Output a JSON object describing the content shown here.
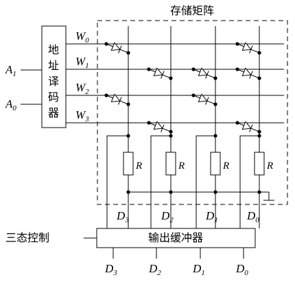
{
  "labels": {
    "matrix_title": "存储矩阵",
    "decoder_chars": [
      "地",
      "址",
      "译",
      "码",
      "器"
    ],
    "buffer_label": "输出缓冲器",
    "tristate_label": "三态控制",
    "resistor_label": "R"
  },
  "address_inputs": [
    {
      "main": "A",
      "sub": "1"
    },
    {
      "main": "A",
      "sub": "0"
    }
  ],
  "word_lines": [
    {
      "main": "W",
      "sub": "0"
    },
    {
      "main": "W",
      "sub": "1"
    },
    {
      "main": "W",
      "sub": "2"
    },
    {
      "main": "W",
      "sub": "3"
    }
  ],
  "bit_lines_inner": [
    {
      "main": "D",
      "sub": "3"
    },
    {
      "main": "D",
      "sub": "2"
    },
    {
      "main": "D",
      "sub": "1"
    },
    {
      "main": "D",
      "sub": "0"
    }
  ],
  "outputs": [
    {
      "main": "D",
      "sub": "3"
    },
    {
      "main": "D",
      "sub": "2"
    },
    {
      "main": "D",
      "sub": "1"
    },
    {
      "main": "D",
      "sub": "0"
    }
  ],
  "diode_cells": [
    {
      "word": 0,
      "bit": 0
    },
    {
      "word": 0,
      "bit": 3
    },
    {
      "word": 1,
      "bit": 1
    },
    {
      "word": 1,
      "bit": 2
    },
    {
      "word": 1,
      "bit": 3
    },
    {
      "word": 2,
      "bit": 0
    },
    {
      "word": 2,
      "bit": 2
    },
    {
      "word": 3,
      "bit": 1
    },
    {
      "word": 3,
      "bit": 3
    }
  ]
}
